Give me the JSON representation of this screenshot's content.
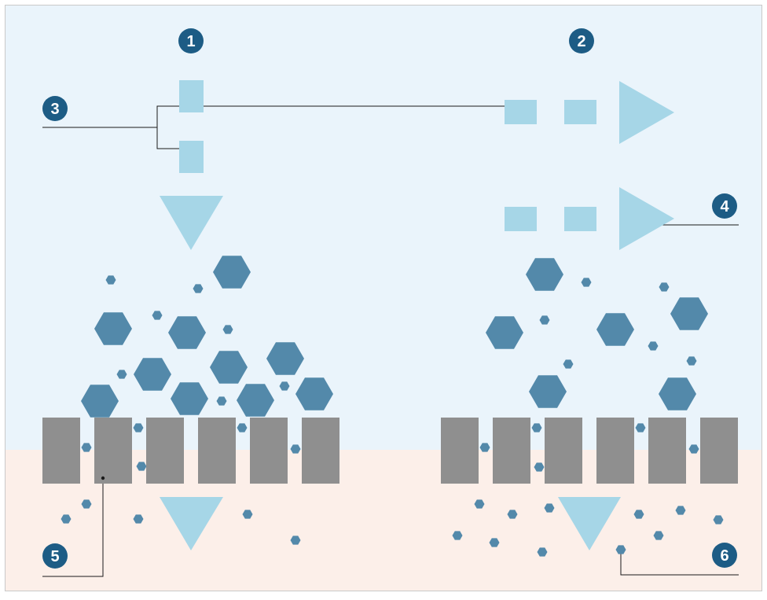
{
  "colors": {
    "feed_side": "#eaf4fb",
    "permeate_side": "#fcefe9",
    "border": "#c9c9c9",
    "flow_arrow": "#a6d6e7",
    "particle": "#5389aa",
    "membrane": "#8f8f8f",
    "badge": "#1d5c85",
    "badge_text": "#ffffff",
    "leader": "#1a1a1a"
  },
  "icons": {
    "arrow": "triangle-arrow-icon",
    "particle": "hexagon-particle-icon",
    "membrane_block": "membrane-block"
  },
  "callouts": [
    {
      "id": "1",
      "label": "1"
    },
    {
      "id": "2",
      "label": "2"
    },
    {
      "id": "3",
      "label": "3"
    },
    {
      "id": "4",
      "label": "4"
    },
    {
      "id": "5",
      "label": "5"
    },
    {
      "id": "6",
      "label": "6"
    }
  ]
}
